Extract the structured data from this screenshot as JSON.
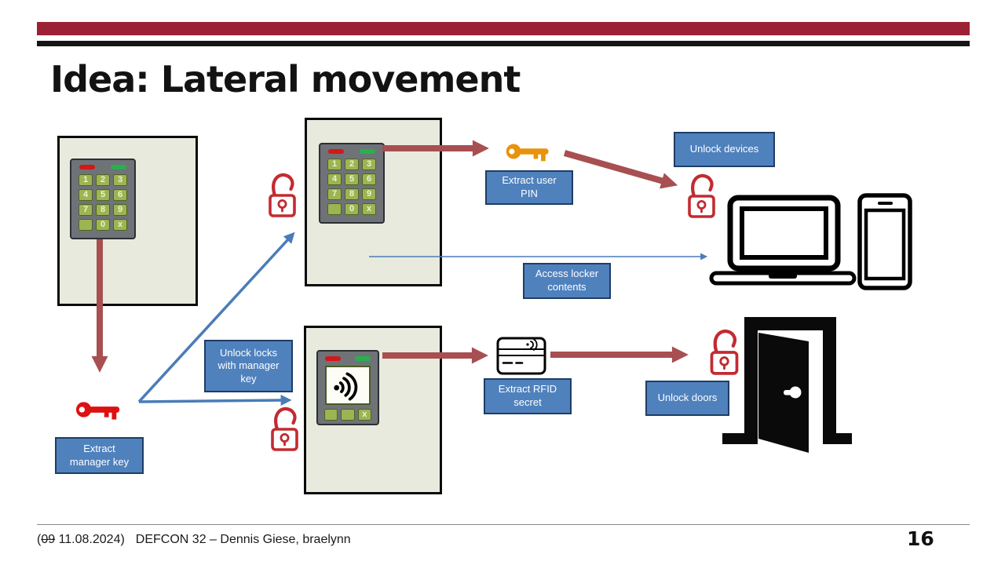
{
  "slide": {
    "title": "Idea: Lateral movement",
    "page_number": "16"
  },
  "footer": {
    "open_paren": "(",
    "struck": "09",
    "date_part": " 11.08.2024)",
    "credits": "DEFCON 32 – Dennis Giese, braelynn"
  },
  "labels": {
    "extract_manager_key": "Extract\nmanager key",
    "unlock_locks": "Unlock locks\nwith manager\nkey",
    "extract_user_pin": "Extract user\nPIN",
    "unlock_devices": "Unlock devices",
    "access_locker_contents": "Access locker\ncontents",
    "extract_rfid_secret": "Extract RFID\nsecret",
    "unlock_doors": "Unlock doors"
  },
  "keypad": {
    "keys": [
      "1",
      "2",
      "3",
      "4",
      "5",
      "6",
      "7",
      "8",
      "9",
      "",
      "0",
      "x"
    ]
  },
  "rfid_reader": {
    "keys": [
      "",
      "",
      "x"
    ]
  },
  "icons": {
    "red_key": "manager-key-icon",
    "orange_key": "user-pin-key-icon",
    "open_padlock": "open-padlock-icon",
    "laptop": "laptop-icon",
    "smartphone": "smartphone-icon",
    "door": "open-door-icon",
    "rfid_card": "rfid-card-icon",
    "nfc_wave": "nfc-wave-icon"
  },
  "colors": {
    "bar_maroon": "#9d2136",
    "bar_black": "#151515",
    "label_blue": "#4f81bd",
    "arrow_red": "#a84f51",
    "arrow_blue": "#4a7cb8",
    "key_red": "#dd1111",
    "key_orange": "#e8930b",
    "padlock_red": "#c22b31",
    "locker_fill": "#e8eade",
    "keypad_gray": "#6f7378",
    "key_green": "#9cb553",
    "led_red": "#d41717",
    "led_green": "#26b14e"
  }
}
